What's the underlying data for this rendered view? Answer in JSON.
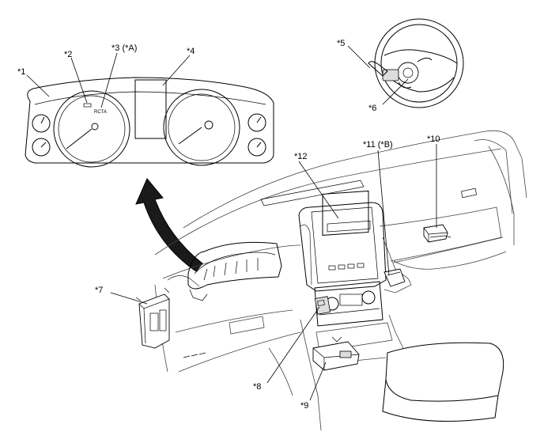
{
  "callouts": {
    "c1": "*1",
    "c2": "*2",
    "c3": "*3 (*A)",
    "c4": "*4",
    "c5": "*5",
    "c6": "*6",
    "c7": "*7",
    "c8": "*8",
    "c9": "*9",
    "c10": "*10",
    "c11": "*11 (*B)",
    "c12": "*12"
  },
  "cluster_indicators": {
    "rcta": "RCTA"
  }
}
